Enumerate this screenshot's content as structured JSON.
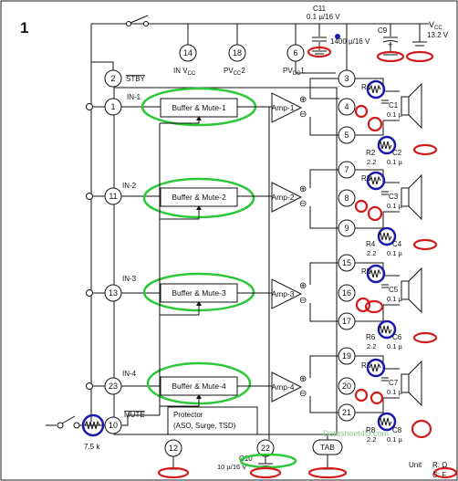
{
  "figure_number": "1",
  "labels": {
    "vcc_a": "V",
    "vcc_b": "CC",
    "vcc_value": "13.2 V",
    "c11": "C11",
    "c11_value": "0.1 µ/16 V",
    "c9": "C9",
    "c9_value": "1400 µ/16 V",
    "stby": "STBY",
    "in_vcc_a": "IN V",
    "in_vcc_b": "CC",
    "pvcc2_a": "PV",
    "pvcc2_b": "CC",
    "pvcc2_c": "2",
    "pvcc1_a": "PV",
    "pvcc1_b": "CC",
    "pvcc1_c": "1",
    "in1": "IN-1",
    "in2": "IN-2",
    "in3": "IN-3",
    "in4": "IN-4",
    "buffer1": "Buffer & Mute-1",
    "buffer2": "Buffer & Mute-2",
    "buffer3": "Buffer & Mute-3",
    "buffer4": "Buffer & Mute-4",
    "amp1": "Amp-1",
    "amp2": "Amp-2",
    "amp3": "Amp-3",
    "amp4": "Amp-4",
    "mute": "MUTE",
    "protector1": "Protector",
    "protector2": "(ASO, Surge, TSD)",
    "r_75k": "7.5 k",
    "tab": "TAB",
    "c10": "C10",
    "c10_value": "10 µ/16 V",
    "watermark": "Datasheet4U.com",
    "unit_label": "Unit",
    "unit_r": "R: Ω",
    "unit_c": "C: F",
    "plus": "⊕",
    "minus": "⊖"
  },
  "pins": {
    "p1": "1",
    "p2": "2",
    "p3": "3",
    "p4": "4",
    "p5": "5",
    "p6": "6",
    "p7": "7",
    "p8": "8",
    "p9": "9",
    "p10": "10",
    "p11": "11",
    "p12": "12",
    "p13": "13",
    "p14": "14",
    "p15": "15",
    "p16": "16",
    "p17": "17",
    "p18": "18",
    "p19": "19",
    "p20": "20",
    "p21": "21",
    "p22": "22",
    "p23": "23"
  },
  "channels": [
    {
      "r_top": "R1",
      "c_top": "C1",
      "c_top_value": "0.1 µ",
      "r_bot": "R2",
      "r_bot_value": "2.2",
      "c_bot": "C2",
      "c_bot_value": "0.1 µ"
    },
    {
      "r_top": "R3",
      "c_top": "C3",
      "c_top_value": "0.1 µ",
      "r_bot": "R4",
      "r_bot_value": "2.2",
      "c_bot": "C4",
      "c_bot_value": "0.1 µ"
    },
    {
      "r_top": "R5",
      "c_top": "C5",
      "c_top_value": "0.1 µ",
      "r_bot": "R6",
      "r_bot_value": "2.2",
      "c_bot": "C6",
      "c_bot_value": "0.1 µ"
    },
    {
      "r_top": "R7",
      "c_top": "C7",
      "c_top_value": "0.1 µ",
      "r_bot": "R8",
      "r_bot_value": "2.2",
      "c_bot": "C8",
      "c_bot_value": "0.1 µ"
    }
  ],
  "colors": {
    "green_highlight": "#2ec93a",
    "blue_highlight": "#1a1aa8",
    "red_highlight": "#d21b1b",
    "line": "#111111",
    "watermark": "#8fd08f"
  }
}
